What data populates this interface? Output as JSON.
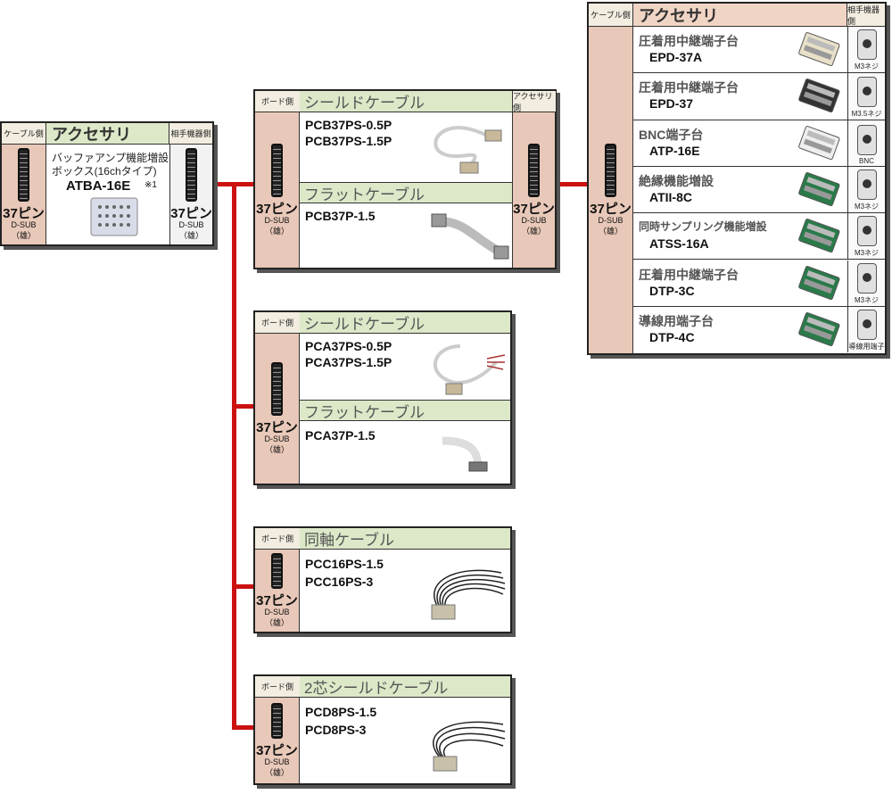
{
  "labels": {
    "cable_side": "ケーブル側",
    "accessory": "アクセサリ",
    "partner_side": "相手機器側",
    "board_side": "ボード側",
    "accessory_side": "アクセサリ側",
    "pin37": "37ピン",
    "dsub": "D-SUB",
    "male": "（雄）"
  },
  "left_box": {
    "desc_line1": "バッファアンプ機能増設",
    "desc_line2": "ボックス(16chタイプ)",
    "model": "ATBA-16E",
    "note": "※1"
  },
  "cable_groups": [
    {
      "sections": [
        {
          "title": "シールドケーブル",
          "parts": [
            "PCB37PS-0.5P",
            "PCB37PS-1.5P"
          ]
        },
        {
          "title": "フラットケーブル",
          "parts": [
            "PCB37P-1.5"
          ]
        }
      ]
    },
    {
      "sections": [
        {
          "title": "シールドケーブル",
          "parts": [
            "PCA37PS-0.5P",
            "PCA37PS-1.5P"
          ]
        },
        {
          "title": "フラットケーブル",
          "parts": [
            "PCA37P-1.5"
          ]
        }
      ]
    },
    {
      "sections": [
        {
          "title": "同軸ケーブル",
          "parts": [
            "PCC16PS-1.5",
            "PCC16PS-3"
          ]
        }
      ]
    },
    {
      "sections": [
        {
          "title": "2芯シールドケーブル",
          "parts": [
            "PCD8PS-1.5",
            "PCD8PS-3"
          ]
        }
      ]
    }
  ],
  "accessories": [
    {
      "title": "圧着用中継端子台",
      "model": "EPD-37A",
      "terminal": "M3ネジ"
    },
    {
      "title": "圧着用中継端子台",
      "model": "EPD-37",
      "terminal": "M3.5ネジ"
    },
    {
      "title": "BNC端子台",
      "model": "ATP-16E",
      "terminal": "BNC"
    },
    {
      "title": "絶縁機能増設",
      "model": "ATII-8C",
      "terminal": "M3ネジ"
    },
    {
      "title": "同時サンプリング機能増設",
      "model": "ATSS-16A",
      "terminal": "M3ネジ"
    },
    {
      "title": "圧着用中継端子台",
      "model": "DTP-3C",
      "terminal": "M3ネジ"
    },
    {
      "title": "導線用端子台",
      "model": "DTP-4C",
      "terminal": "導線用端子"
    }
  ]
}
